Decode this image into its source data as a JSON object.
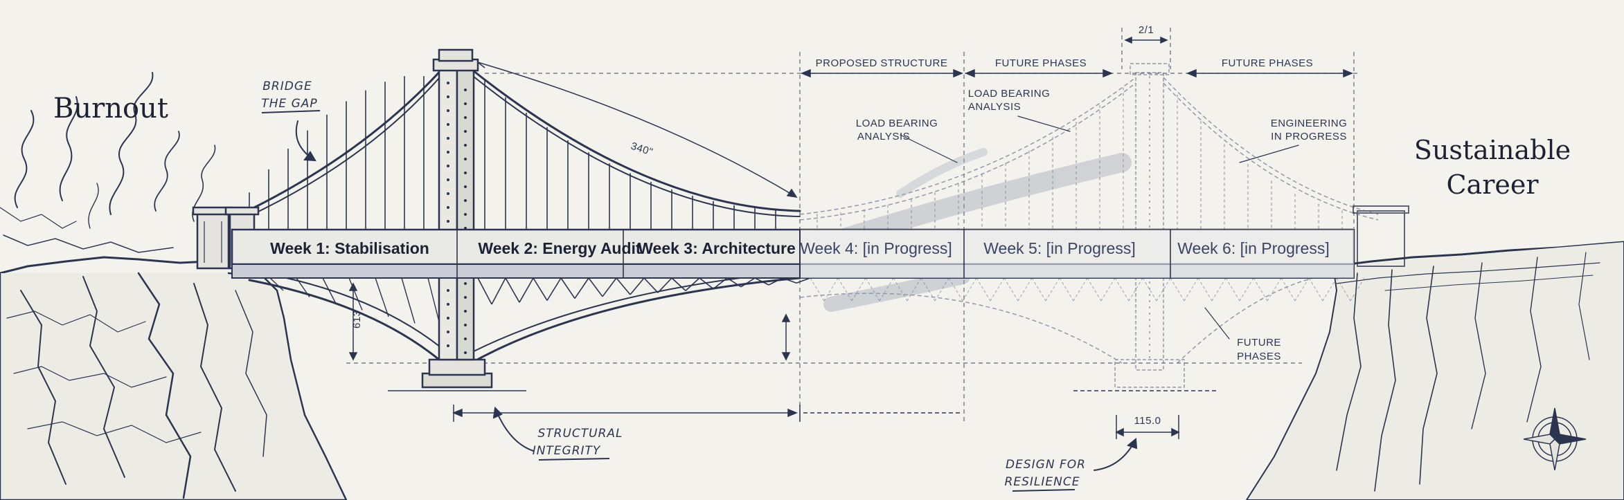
{
  "left_title": "Burnout",
  "right_title_line1": "Sustainable",
  "right_title_line2": "Career",
  "weeks": [
    {
      "label": "Week 1: Stabilisation",
      "status": "built"
    },
    {
      "label": "Week 2: Energy Audit",
      "status": "built"
    },
    {
      "label": "Week 3: Architecture",
      "status": "built"
    },
    {
      "label": "Week 4: [in Progress]",
      "status": "in-progress"
    },
    {
      "label": "Week 5: [in Progress]",
      "status": "in-progress"
    },
    {
      "label": "Week 6: [in Progress]",
      "status": "in-progress"
    }
  ],
  "annotations": {
    "bridge_gap_1": "BRIDGE",
    "bridge_gap_2": "THE GAP",
    "proposed_structure": "PROPOSED STRUCTURE",
    "future_phases_a": "FUTURE PHASES",
    "future_phases_b": "FUTURE PHASES",
    "load_bearing_1a": "LOAD BEARING",
    "load_bearing_1b": "ANALYSIS",
    "load_bearing_2a": "LOAD BEARING",
    "load_bearing_2b": "ANALYSIS",
    "engineering_1": "ENGINEERING",
    "engineering_2": "IN PROGRESS",
    "future_phases_c1": "FUTURE",
    "future_phases_c2": "PHASES",
    "structural_1": "STRUCTURAL",
    "structural_2": "INTEGRITY",
    "design_1": "DESIGN FOR",
    "design_2": "RESILIENCE"
  },
  "dimensions": {
    "span_label": "340\"",
    "height_label": "613",
    "tower_top_label": "2/1",
    "base_label": "115.0"
  },
  "colors": {
    "ink": "#2b3550",
    "ink_light": "#8e97ad",
    "paper": "#f3f2ec",
    "deck_fill": "#e9e9e6"
  }
}
